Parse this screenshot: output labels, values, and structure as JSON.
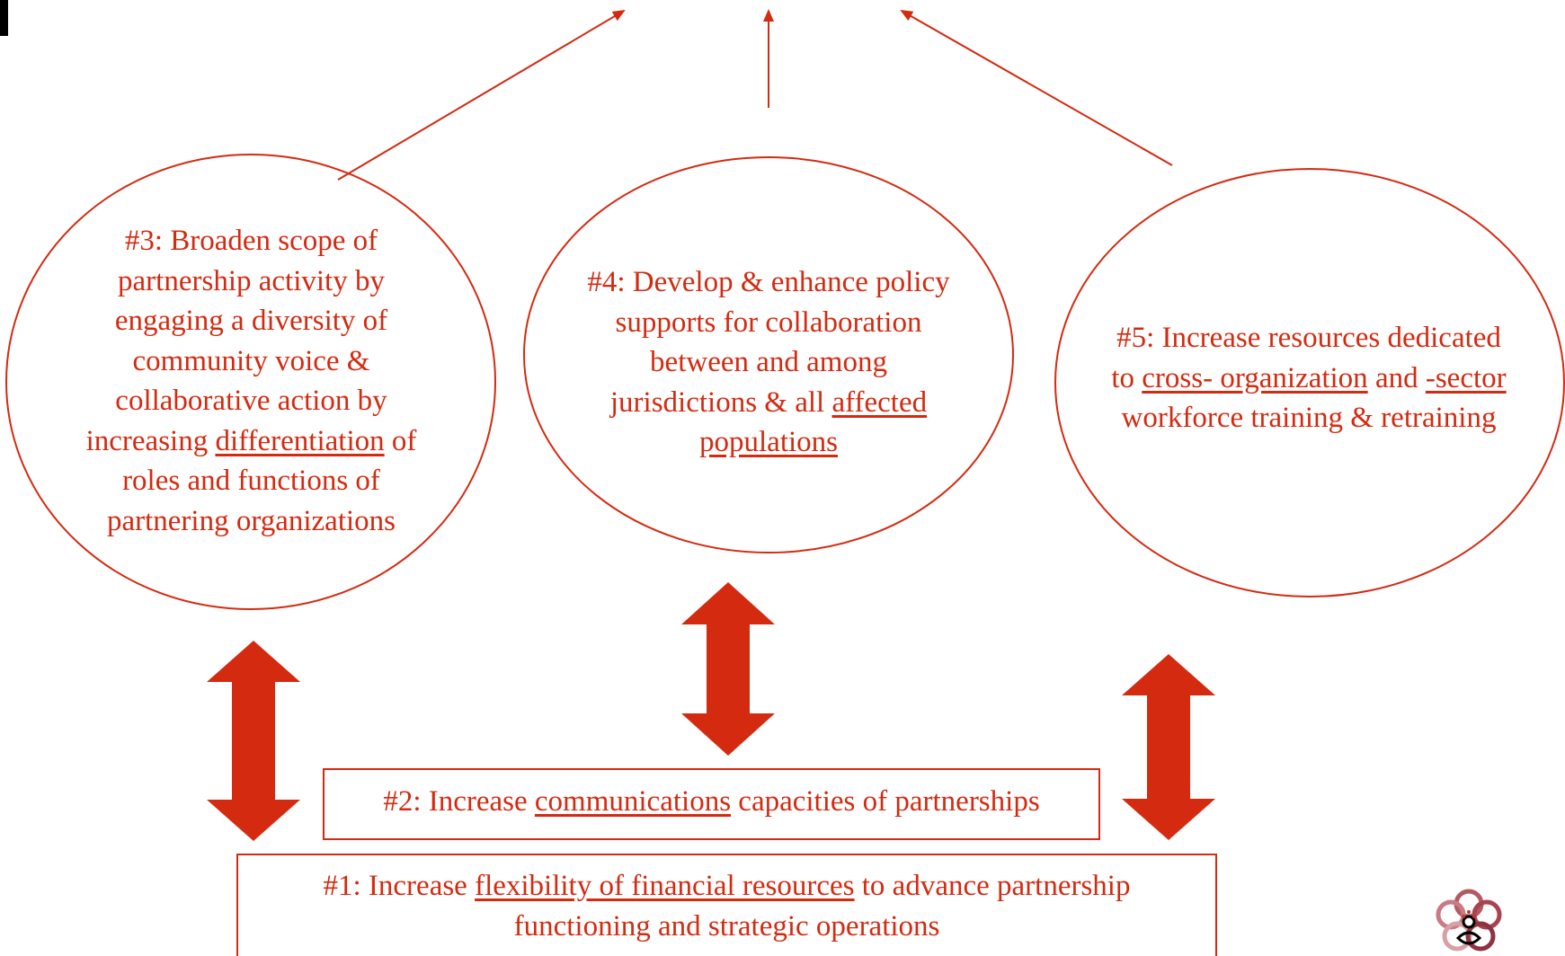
{
  "colors": {
    "accent": "#d42a10",
    "arrow_fill": "#d42a10",
    "background": "#ffffff"
  },
  "goals": {
    "g1": {
      "prefix": "#1: Increase ",
      "link": "flexibility of financial resources",
      "suffix": " to advance partnership",
      "line2": "functioning and strategic operations"
    },
    "g2": {
      "prefix": "#2: Increase ",
      "link": "communications",
      "suffix": " capacities of partnerships"
    },
    "g3": {
      "lines": [
        "#3: Broaden scope of",
        "partnership activity by",
        "engaging a diversity of",
        "community voice &",
        "collaborative action by"
      ],
      "line6_prefix": "increasing ",
      "line6_link": "differentiation",
      "line6_suffix": " of",
      "line7": "roles and functions of",
      "line8": "partnering organizations"
    },
    "g4": {
      "lines": [
        "#4: Develop & enhance policy",
        "supports for collaboration",
        "between and among"
      ],
      "line4_prefix": "jurisdictions & all ",
      "line4_link": "affected",
      "line5_link": "populations"
    },
    "g5": {
      "line1": "#5: Increase resources dedicated",
      "line2_prefix": "to ",
      "line2_link1": "cross- organization",
      "line2_mid": " and ",
      "line2_link2": "-sector",
      "line3": "workforce training & retraining"
    }
  },
  "icons": {
    "logo": "interlocking-rings-logo-icon"
  }
}
